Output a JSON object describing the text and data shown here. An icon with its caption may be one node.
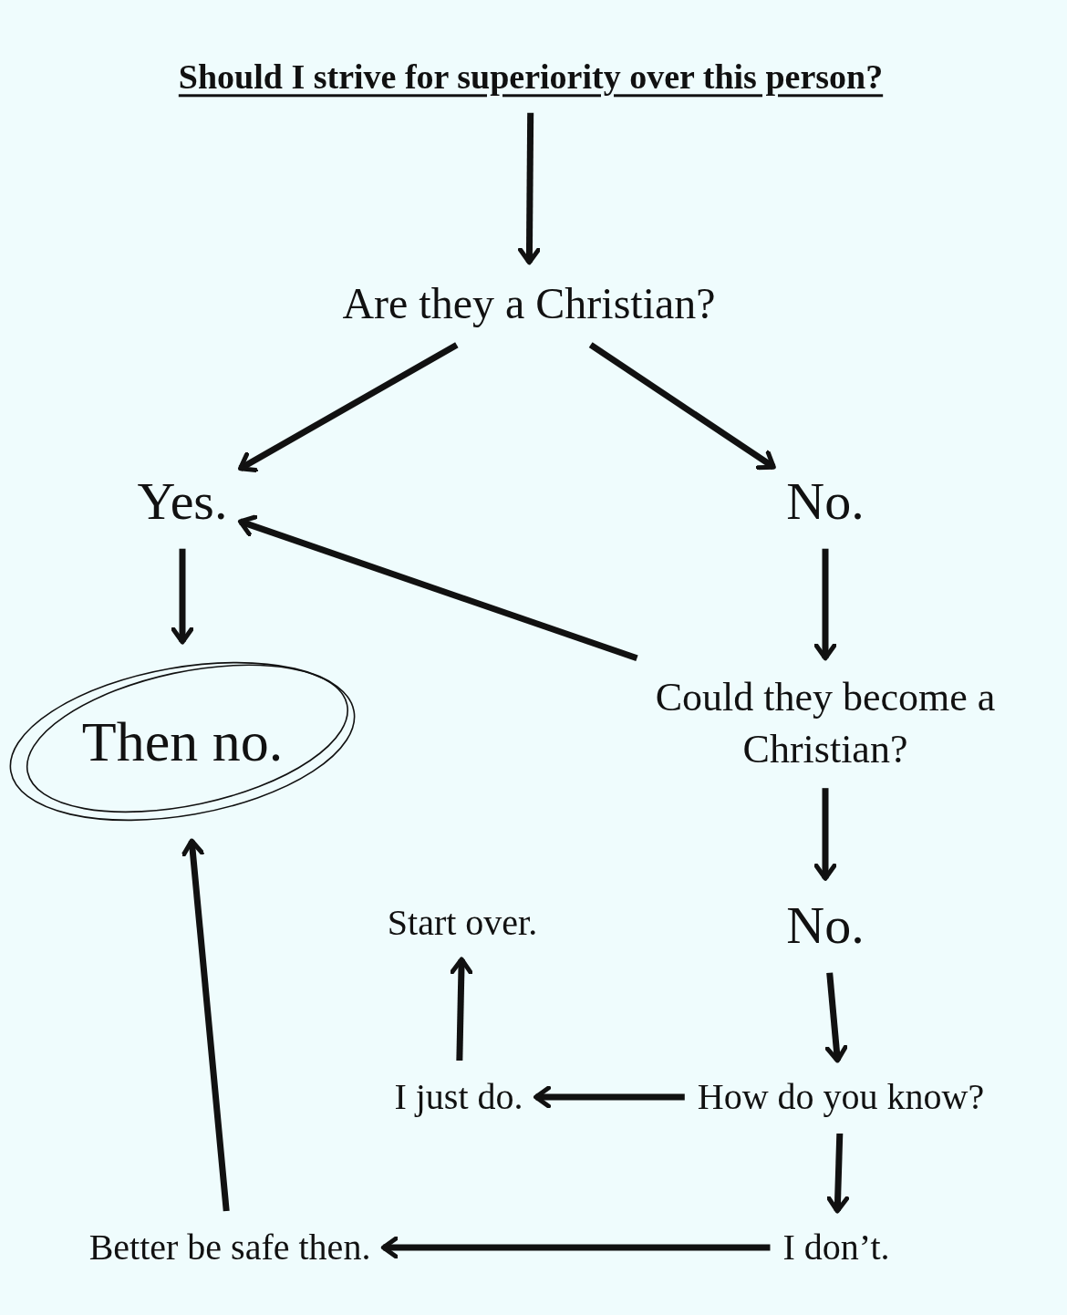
{
  "diagram": {
    "nodes": [
      {
        "text": [
          "Should I strive for superiority over this person?"
        ]
      },
      {
        "text": [
          "Are they a Christian?"
        ]
      },
      {
        "text": [
          "Yes."
        ]
      },
      {
        "text": [
          "No."
        ]
      },
      {
        "text": [
          "Then no."
        ]
      },
      {
        "text": [
          "Could they become a Christian?"
        ]
      },
      {
        "text": [
          "No."
        ]
      },
      {
        "text": [
          "Start over."
        ]
      },
      {
        "text": [
          "I just do."
        ]
      },
      {
        "text": [
          "How do you know?"
        ]
      },
      {
        "text": [
          "Better be safe then."
        ]
      },
      {
        "text": [
          "I don’t."
        ]
      }
    ],
    "edges": [
      {
        "from": 0,
        "to": 1,
        "arrow": "to"
      },
      {
        "from": 1,
        "to": 2,
        "arrow": "to"
      },
      {
        "from": 1,
        "to": 3,
        "arrow": "to"
      },
      {
        "from": 2,
        "to": 4,
        "arrow": "to"
      },
      {
        "from": 3,
        "to": 5,
        "arrow": "to"
      },
      {
        "from": 5,
        "to": 2,
        "arrow": "to"
      },
      {
        "from": 5,
        "to": 6,
        "arrow": "to"
      },
      {
        "from": 6,
        "to": 9,
        "arrow": "to"
      },
      {
        "from": 9,
        "to": 8,
        "arrow": "to"
      },
      {
        "from": 8,
        "to": 7,
        "arrow": "to"
      },
      {
        "from": 9,
        "to": 11,
        "arrow": "to"
      },
      {
        "from": 11,
        "to": 10,
        "arrow": "to"
      },
      {
        "from": 10,
        "to": 4,
        "arrow": "to"
      }
    ]
  }
}
